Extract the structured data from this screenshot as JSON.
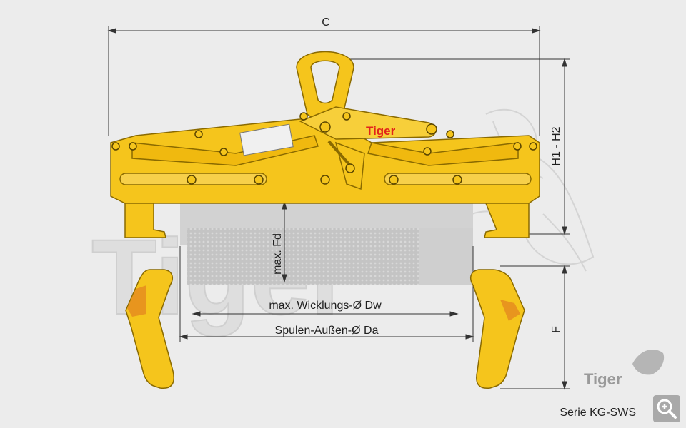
{
  "dimensions": {
    "c": "C",
    "h1_h2": "H1 - H2",
    "fd": "max. Fd",
    "dw": "max. Wicklungs-Ø Dw",
    "da": "Spulen-Außen-Ø Da",
    "f": "F"
  },
  "brand": {
    "name": "Tiger",
    "watermark": "Tiger"
  },
  "series": "Serie KG-SWS",
  "zoom_icon": "zoom-in-icon",
  "colors": {
    "yellow": "#f5c51c",
    "yellow_dark": "#c99b10",
    "orange": "#e8951e",
    "brand_red": "#e2231a",
    "background": "#ececec",
    "watermark": "#d8d8d8",
    "coil": "#c9c9c9"
  }
}
